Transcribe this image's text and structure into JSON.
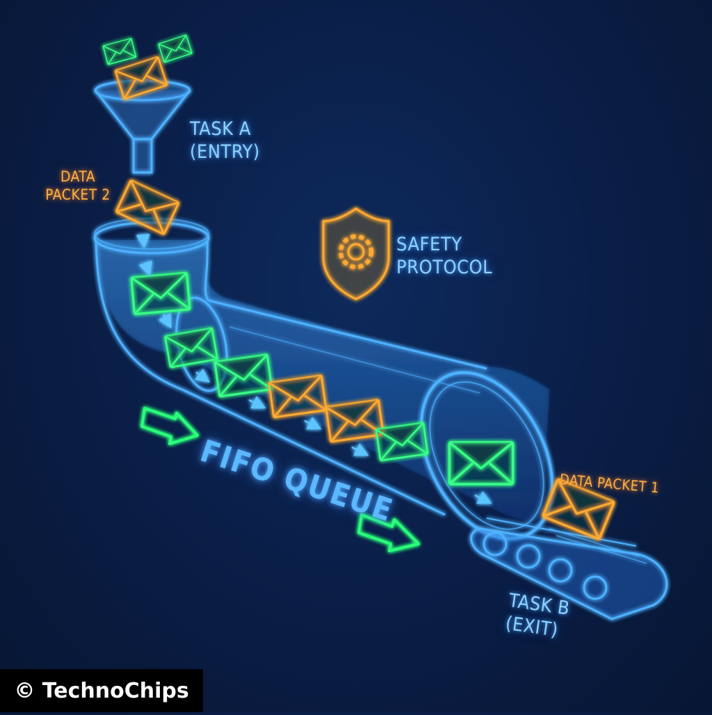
{
  "labels": {
    "task_a": [
      "TASK A",
      "(ENTRY)"
    ],
    "data_packet_2": [
      "DATA",
      "PACKET 2"
    ],
    "safety_protocol": [
      "SAFETY",
      "PROTOCOL"
    ],
    "fifo_queue": "FIFO QUEUE",
    "data_packet_1": "DATA PACKET 1",
    "task_b": [
      "TASK B",
      "(EXIT)"
    ]
  },
  "copyright": "© TechnoChips",
  "icons": [
    "envelope-icon",
    "funnel-icon",
    "shield-gear-icon",
    "arrow-icon",
    "conveyor-belt-icon",
    "pipe-icon"
  ],
  "colors": {
    "background": "#0a1d45",
    "pipe": "#4fb2ff",
    "envelope_green": "#39ff88",
    "envelope_orange": "#ffaa33",
    "arrow_green": "#2bff7a",
    "label_blue": "#8fd2ff",
    "label_orange": "#ffb04a"
  }
}
